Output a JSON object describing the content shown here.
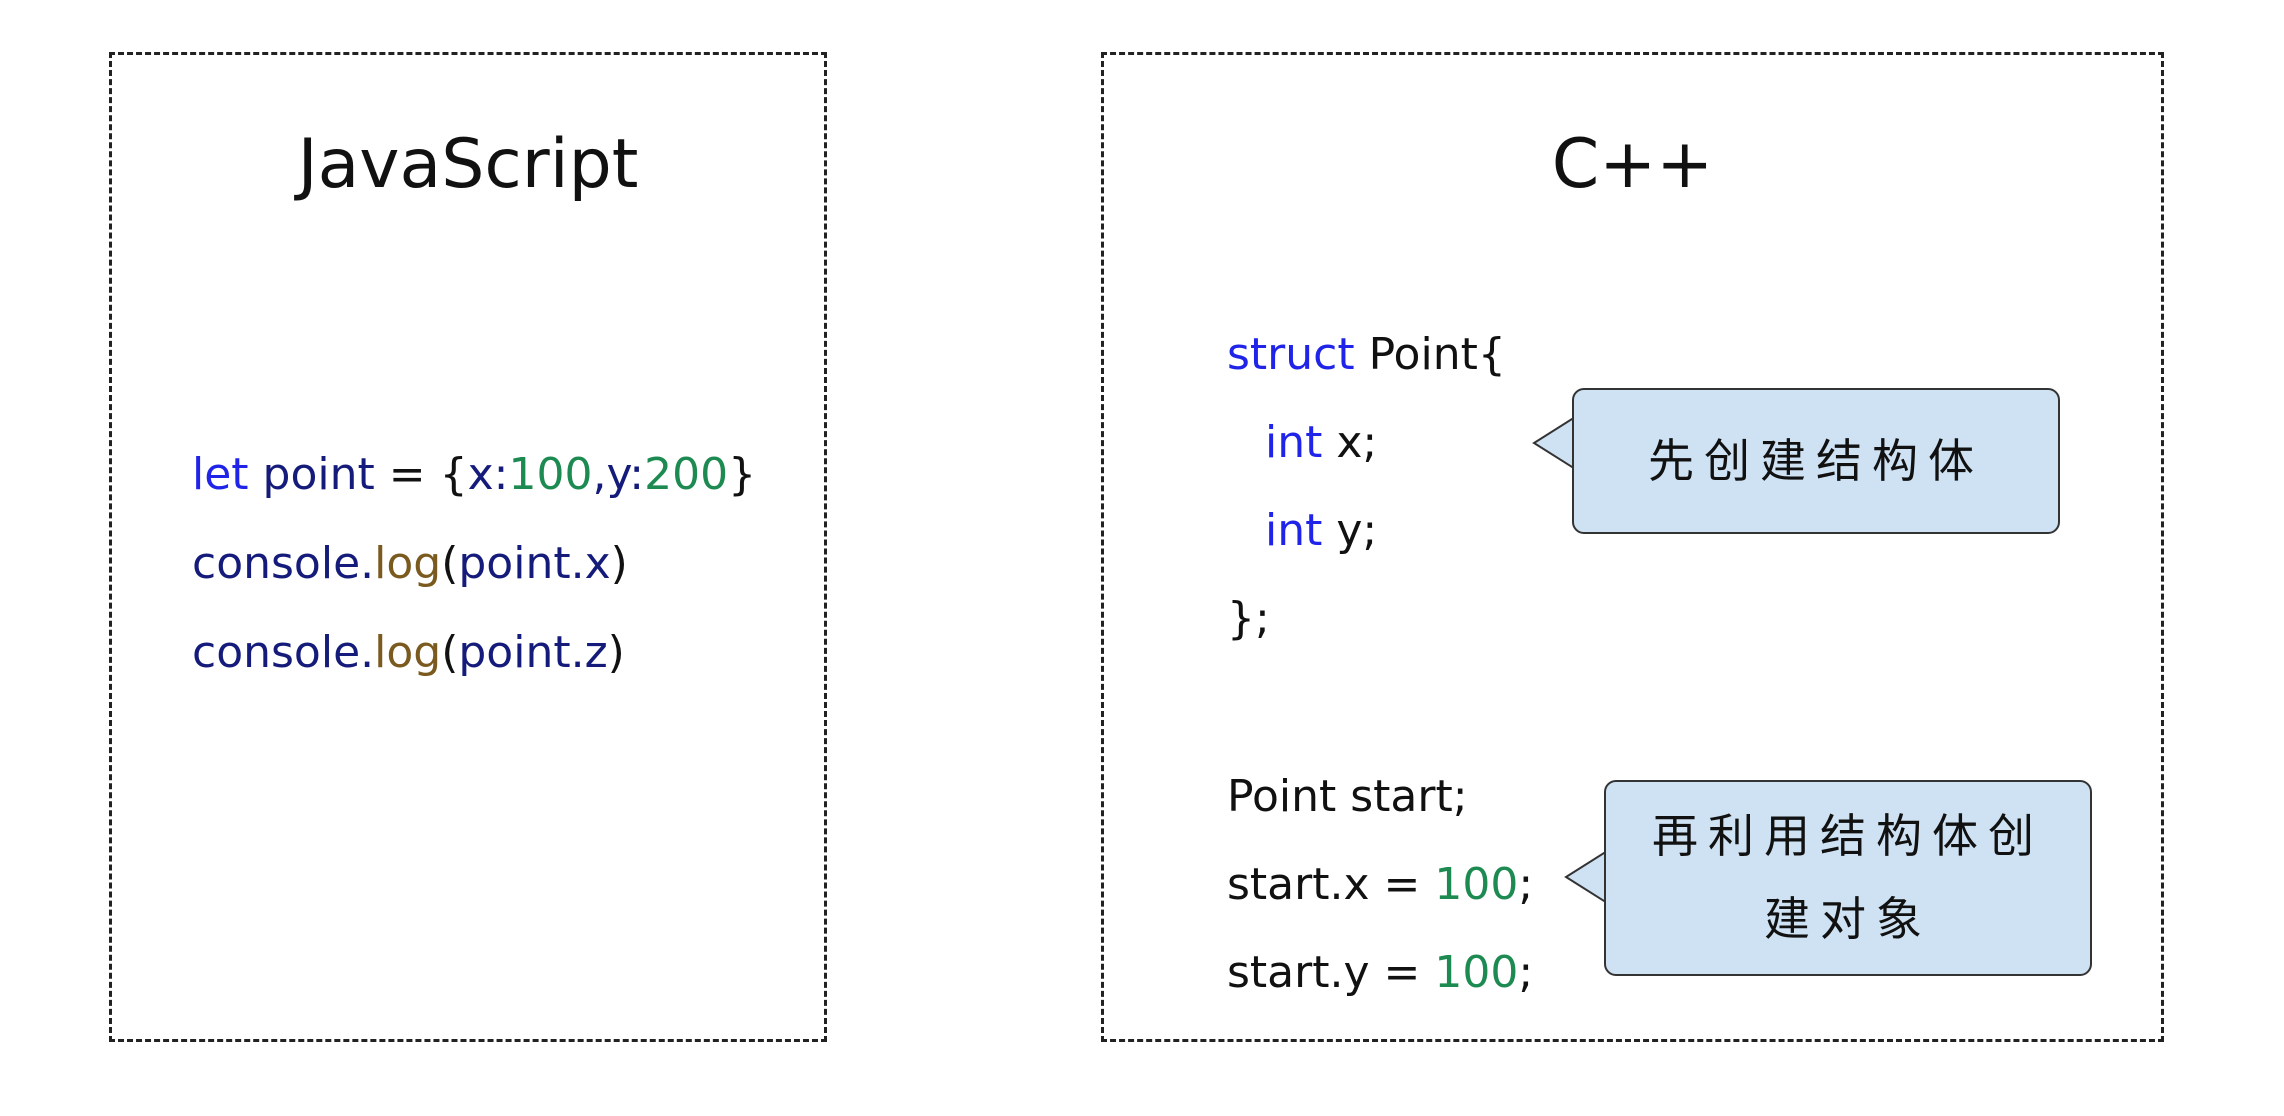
{
  "js": {
    "title": "JavaScript",
    "line1": {
      "kw": "let",
      "name": "point",
      "eq": " = ",
      "open": "{",
      "x": "x:",
      "xval": "100",
      "comma": ",",
      "y": "y:",
      "yval": "200",
      "close": "}"
    },
    "line2": {
      "obj": "console.",
      "fn": "log",
      "arg_open": "(",
      "arg": "point.x",
      "arg_close": ")"
    },
    "line3": {
      "obj": "console.",
      "fn": "log",
      "arg_open": "(",
      "arg": "point.z",
      "arg_close": ")"
    }
  },
  "cpp": {
    "title": "C++",
    "struct_kw": "struct",
    "struct_name": " Point{",
    "int_kw_1": "int",
    "field_1": " x;",
    "int_kw_2": "int",
    "field_2": " y;",
    "struct_close": "};",
    "decl": "Point start;",
    "assign_x_lhs": "start.x = ",
    "assign_x_val": "100",
    "assign_x_end": ";",
    "assign_y_lhs": "start.y = ",
    "assign_y_val": "100",
    "assign_y_end": ";",
    "callout_1": "先创建结构体",
    "callout_2": "再利用结构体创建对象"
  },
  "colors": {
    "keyword": "#1f24e8",
    "identifier": "#151b7a",
    "number": "#1d8a52",
    "function": "#7a5a1e",
    "callout_fill": "#cfe2f3"
  }
}
